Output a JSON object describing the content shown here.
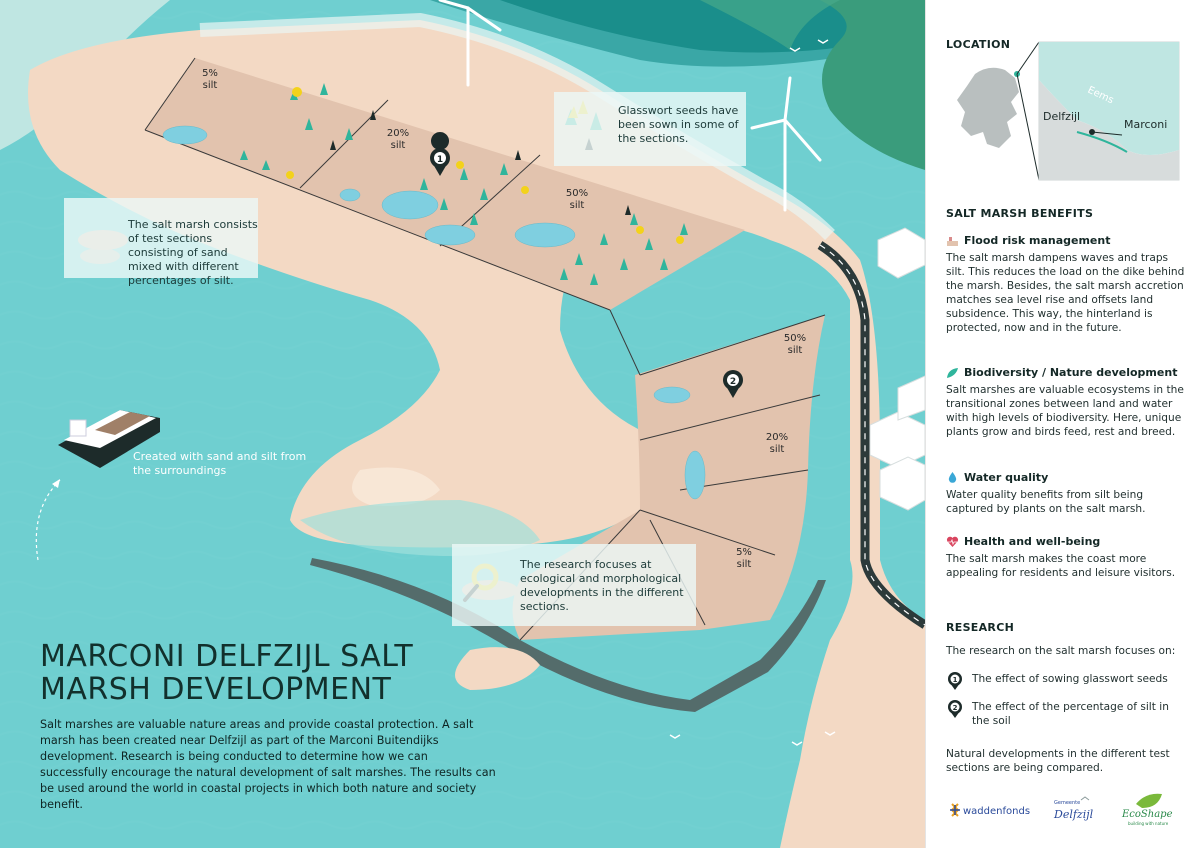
{
  "map": {
    "sections_top": [
      {
        "pct": "5%",
        "unit": "silt"
      },
      {
        "pct": "20%",
        "unit": "silt"
      },
      {
        "pct": "50%",
        "unit": "silt"
      }
    ],
    "sections_bottom": [
      {
        "pct": "50%",
        "unit": "silt"
      },
      {
        "pct": "20%",
        "unit": "silt"
      },
      {
        "pct": "5%",
        "unit": "silt"
      }
    ],
    "markers": [
      "1",
      "2"
    ],
    "callouts": {
      "glasswort": "Glasswort seeds have been sown in some of the sections.",
      "saltmarsh": "The salt marsh consists of test sections consisting of sand mixed with different percentages of silt.",
      "research": "The research focuses at ecological and morphological developments in the different sections."
    },
    "ship_label": "Created with sand and silt from the surroundings",
    "colors": {
      "water": "#6fcfd0",
      "deep_water": "#3aa7a6",
      "sand": "#f3d9c4",
      "marsh": "#e2c3ae",
      "vegetation": "#2fb59c",
      "glasswort": "#f3d21b"
    }
  },
  "title": "MARCONI DELFZIJL SALT MARSH DEVELOPMENT",
  "intro": "Salt marshes are valuable nature areas and provide coastal protection. A salt marsh has been created near Delfzijl as part of the Marconi Buitendijks development. Research is being conducted to determine how we can successfully encourage the natural development of salt marshes. The results can be used around the world in coastal projects in which both nature and society benefit.",
  "sidebar": {
    "location_heading": "LOCATION",
    "location_labels": {
      "eems": "Eems",
      "delfzijl": "Delfzijl",
      "marconi": "Marconi"
    },
    "benefits_heading": "SALT MARSH BENEFITS",
    "benefits": [
      {
        "icon": "dike-icon",
        "title": "Flood risk management",
        "text": "The salt marsh dampens waves and traps silt. This reduces the load on the dike behind the marsh. Besides, the salt marsh accretion matches sea level rise and offsets land subsidence. This way, the hinterland is protected, now and in the future."
      },
      {
        "icon": "leaf-icon",
        "title": "Biodiversity / Nature development",
        "text": "Salt marshes are valuable ecosystems in the transitional zones between land and water with high levels of biodiversity. Here, unique plants grow and birds feed, rest and breed."
      },
      {
        "icon": "water-drop-icon",
        "title": "Water quality",
        "text": "Water quality benefits from silt being captured by plants on the salt marsh."
      },
      {
        "icon": "heart-pulse-icon",
        "title": "Health and well-being",
        "text": "The salt marsh makes the coast more appealing for residents and leisure visitors."
      }
    ],
    "research_heading": "RESEARCH",
    "research_intro": "The research on the salt marsh focuses on:",
    "research_items": [
      {
        "num": "1",
        "text": "The effect of sowing glasswort seeds"
      },
      {
        "num": "2",
        "text": "The effect of the percentage of silt in the soil"
      }
    ],
    "research_outro": "Natural developments in the different test sections are being compared.",
    "logos": {
      "waddenfonds": "waddenfonds",
      "gemeente": "Gemeente",
      "delfzijl": "Delfzijl",
      "ecoshape": "EcoShape",
      "ecoshape_tag": "building with nature"
    }
  }
}
